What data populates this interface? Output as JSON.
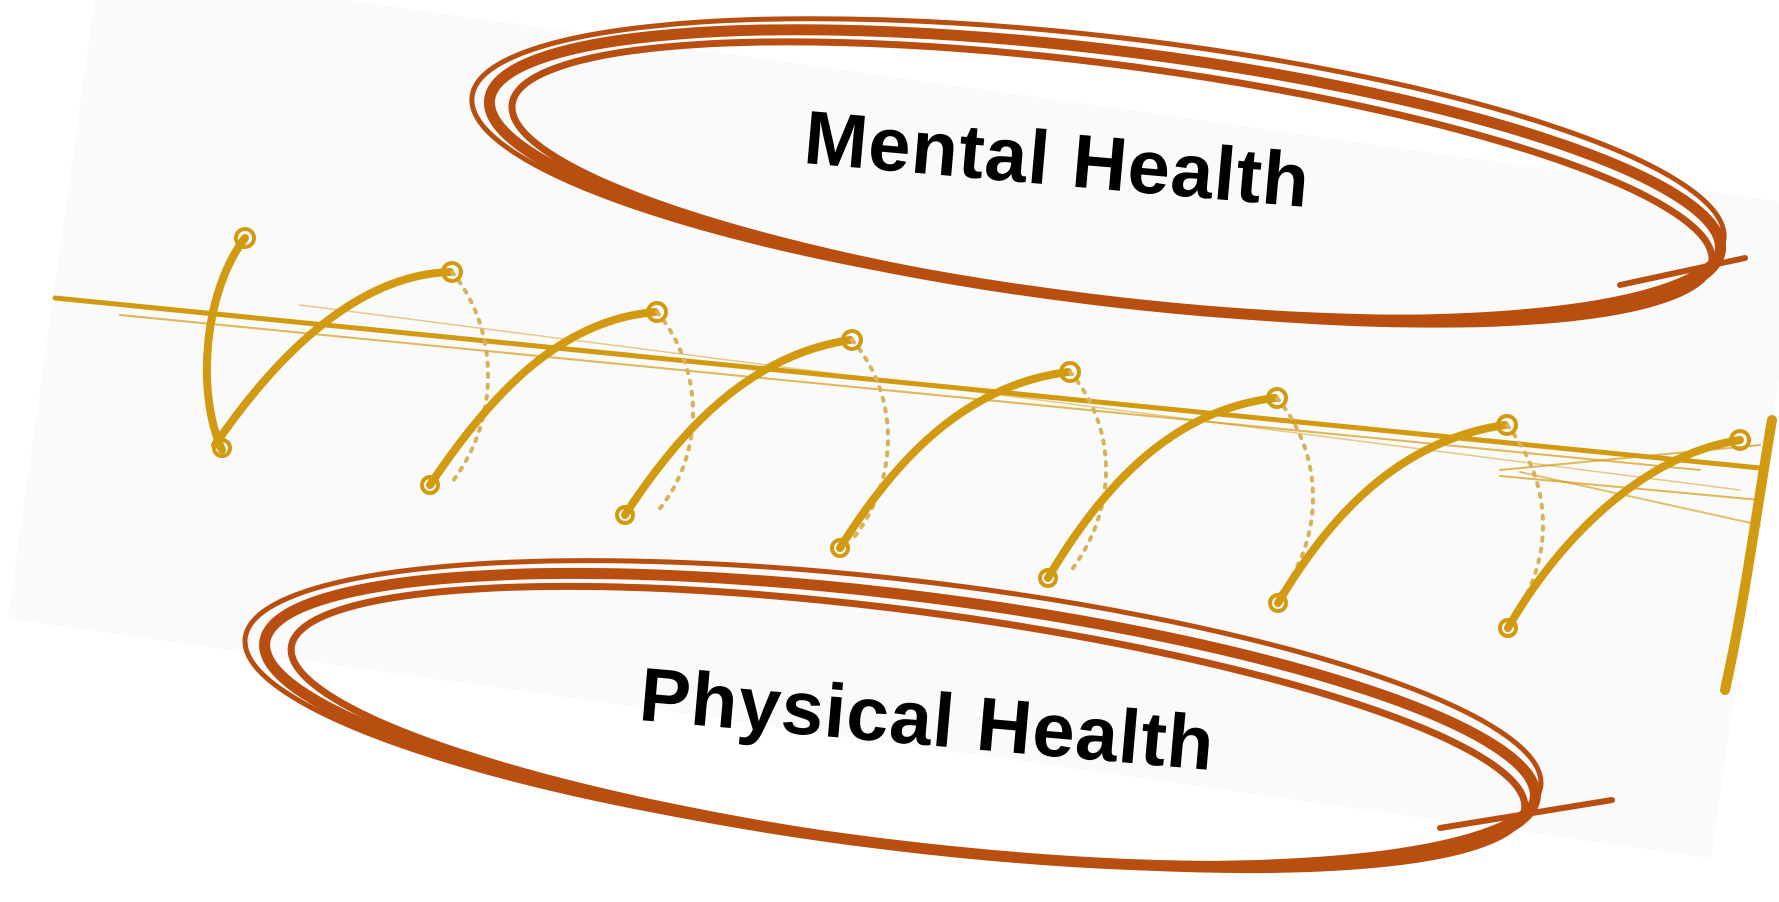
{
  "labels": {
    "mental": "Mental Health",
    "physical": "Physical Health"
  },
  "colors": {
    "background": "#ffffff",
    "band": "#fafafa",
    "ellipse_stroke": "#b84e10",
    "stitch": "#d19a10",
    "stitch_dots": "#d8b25a",
    "text": "#000000"
  },
  "icons": {
    "stitch": "stitch-icon",
    "ellipse": "hand-drawn-ellipse"
  }
}
